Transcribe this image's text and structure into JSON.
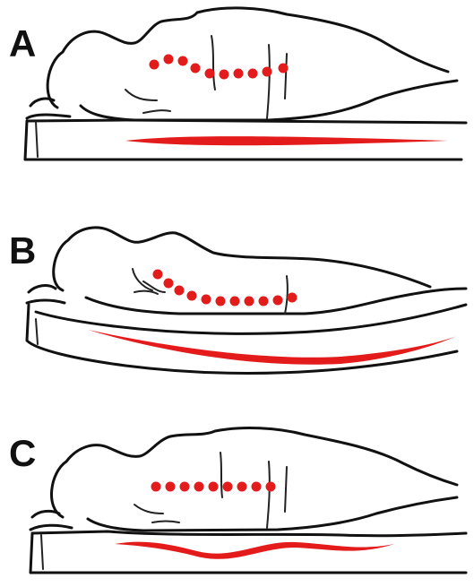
{
  "panels": [
    {
      "label": "A",
      "support_color": "#e41b1b"
    },
    {
      "label": "B",
      "support_color": "#e41b1b"
    },
    {
      "label": "C",
      "support_color": "#e41b1b"
    }
  ],
  "colors": {
    "ink": "#111111",
    "spine": "#e41b1b",
    "background": "#ffffff"
  }
}
